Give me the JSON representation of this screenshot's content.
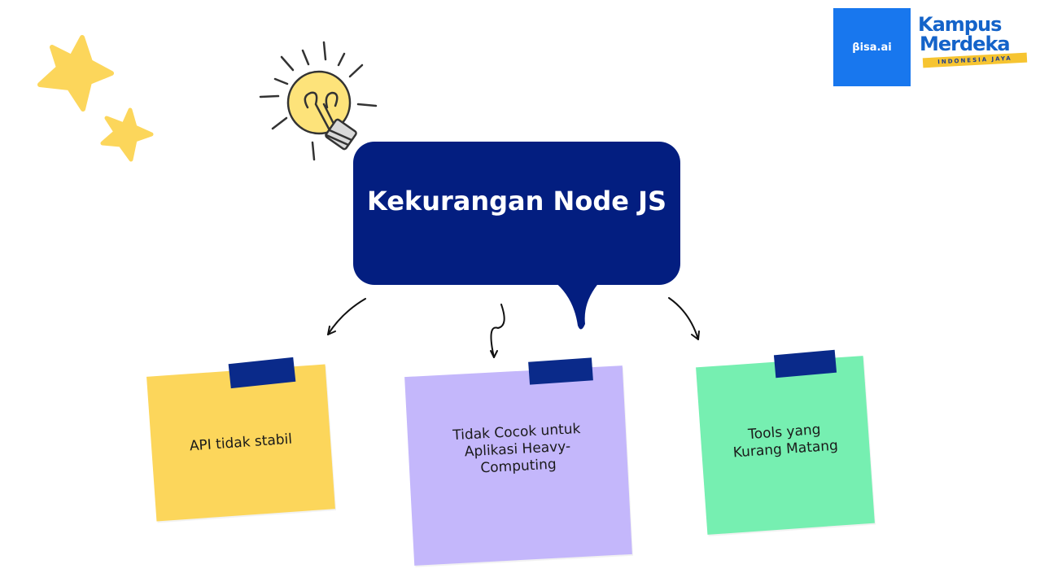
{
  "logos": {
    "bisa": "βisa.ai",
    "kampus_line1": "Kampus",
    "kampus_line2": "Merdeka",
    "kampus_tagline": "INDONESIA JAYA"
  },
  "main": {
    "title": "Kekurangan Node JS"
  },
  "notes": [
    {
      "text": "API tidak stabil",
      "color": "#fcd65b"
    },
    {
      "text": "Tidak Cocok untuk Aplikasi Heavy-Computing",
      "color": "#c4b7fb"
    },
    {
      "text": "Tools yang Kurang Matang",
      "color": "#76efb1"
    }
  ],
  "colors": {
    "bubble": "#031e80",
    "tape": "#0a2a8a",
    "star": "#fcd65b",
    "bulb": "#fde37a"
  },
  "icons": [
    "star-icon",
    "lightbulb-icon",
    "arrow-icon"
  ]
}
